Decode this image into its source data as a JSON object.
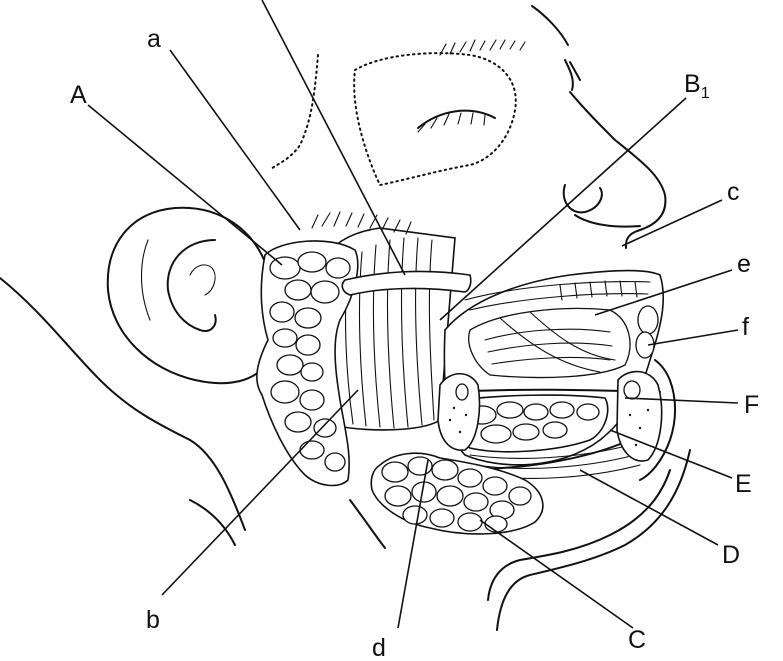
{
  "labels": {
    "a": "a",
    "A": "A",
    "B1_main": "B",
    "B1_sub": "1",
    "c": "c",
    "e": "e",
    "f": "f",
    "F": "F",
    "E": "E",
    "D": "D",
    "C": "C",
    "d": "d",
    "b": "b"
  }
}
